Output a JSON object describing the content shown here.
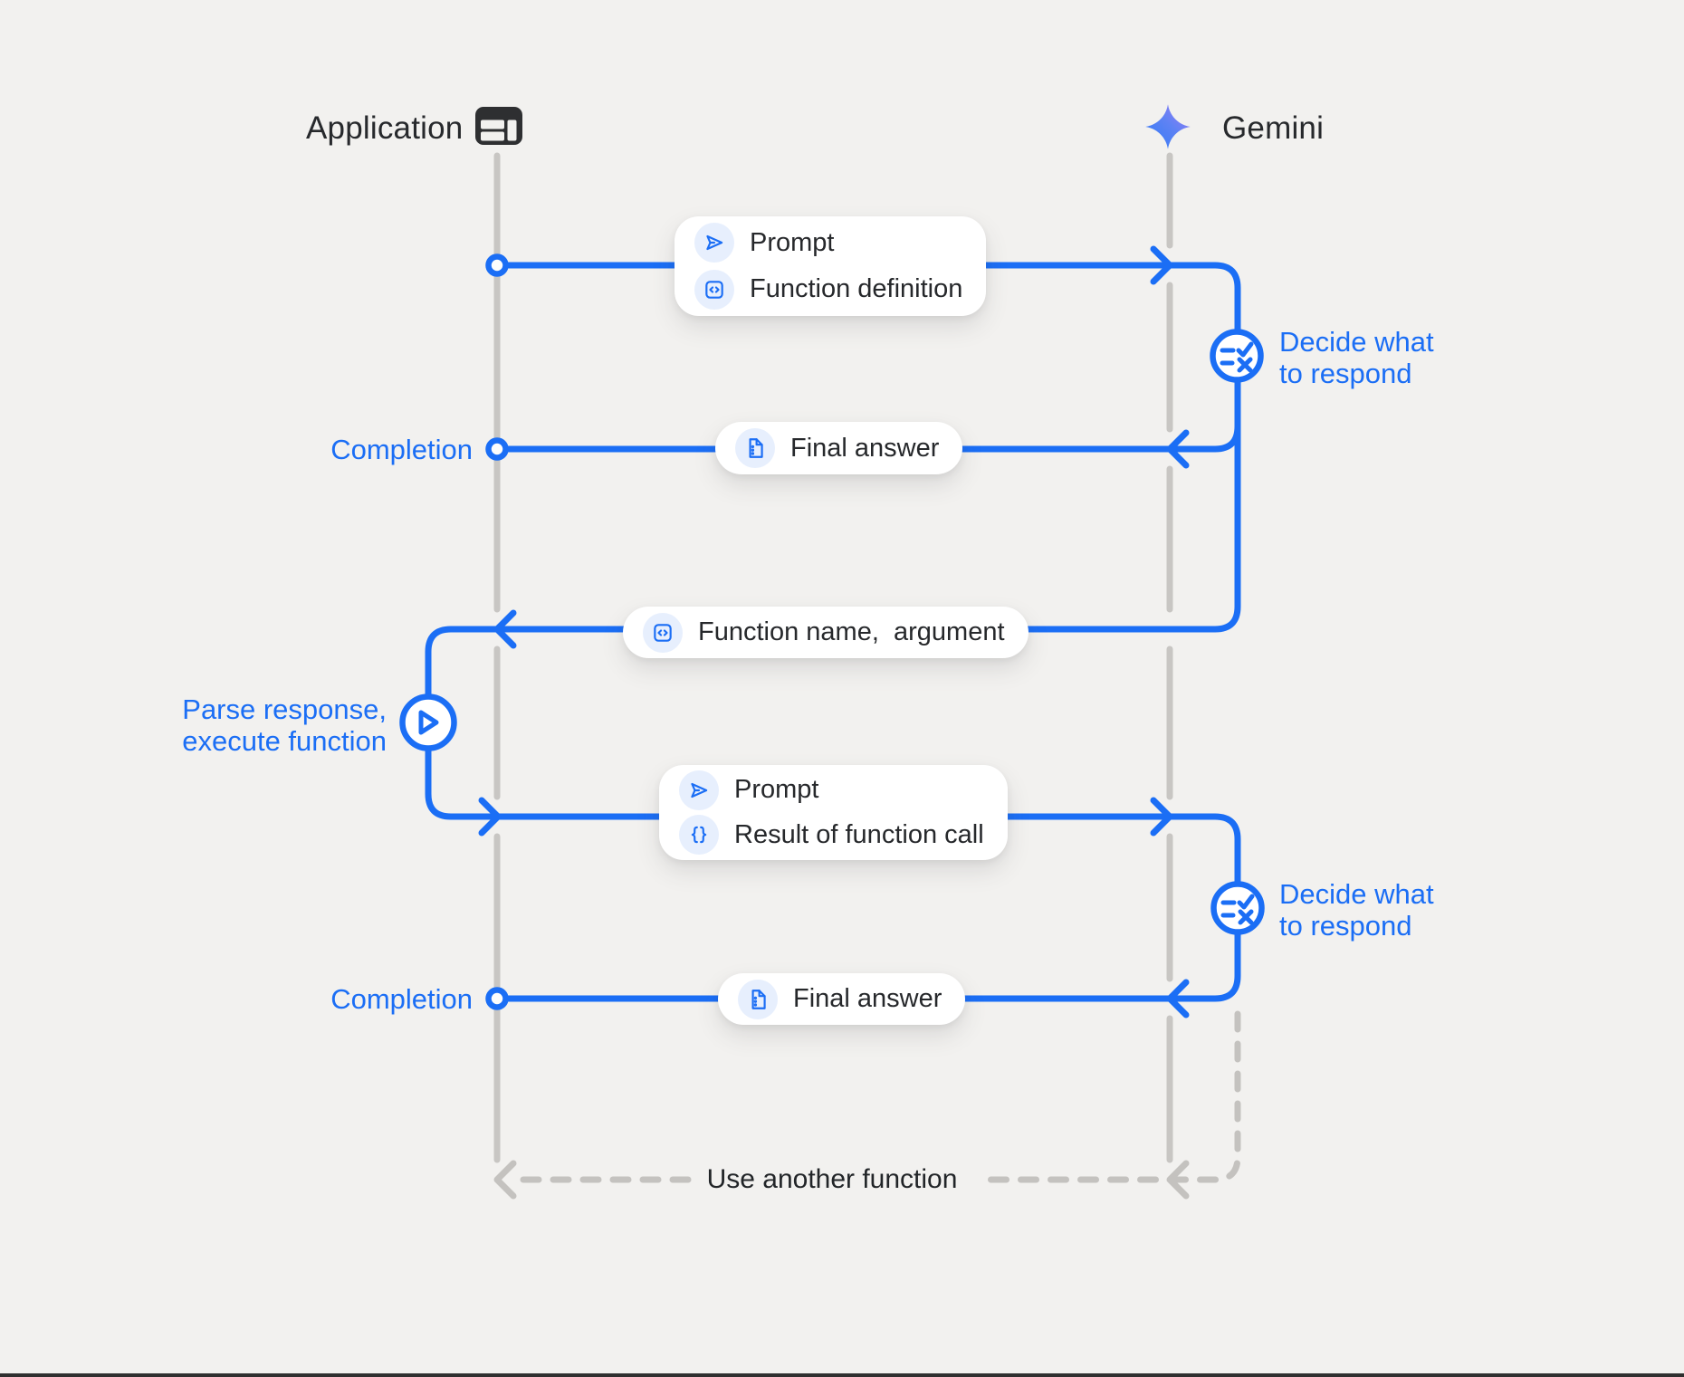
{
  "header": {
    "application_label": "Application",
    "gemini_label": "Gemini"
  },
  "flow": {
    "box_prompt1": {
      "row1": "Prompt",
      "row2": "Function definition"
    },
    "decide1": {
      "line1": "Decide what",
      "line2": "to respond"
    },
    "completion1": "Completion",
    "box_final1": "Final answer",
    "box_function": "Function name,  argument",
    "parse": {
      "line1": "Parse response,",
      "line2": "execute function"
    },
    "box_prompt2": {
      "row1": "Prompt",
      "row2": "Result of function call"
    },
    "decide2": {
      "line1": "Decide what",
      "line2": "to respond"
    },
    "completion2": "Completion",
    "box_final2": "Final answer",
    "use_another": "Use another function"
  },
  "icons": {
    "application": "app-window-icon",
    "gemini": "gemini-star-icon",
    "prompt": "send-icon",
    "function_definition": "code-icon",
    "final_answer": "document-icon",
    "function_name": "code-icon",
    "result_of_function_call": "braces-icon",
    "decide": "decide-list-icon",
    "parse": "play-icon",
    "start_node": "node-circle"
  },
  "colors": {
    "accent_blue": "#1b6ef5",
    "lifeline_gray": "#c8c6c3",
    "dashed_gray": "#c4c2bf",
    "background": "#f2f1ef",
    "box_background": "#ffffff",
    "chip_background": "#e7effd",
    "text_dark": "#26282b",
    "app_icon_dark": "#2e2f31",
    "gemini_gradient_start": "#2f7bf6",
    "gemini_gradient_end": "#a27df5"
  }
}
